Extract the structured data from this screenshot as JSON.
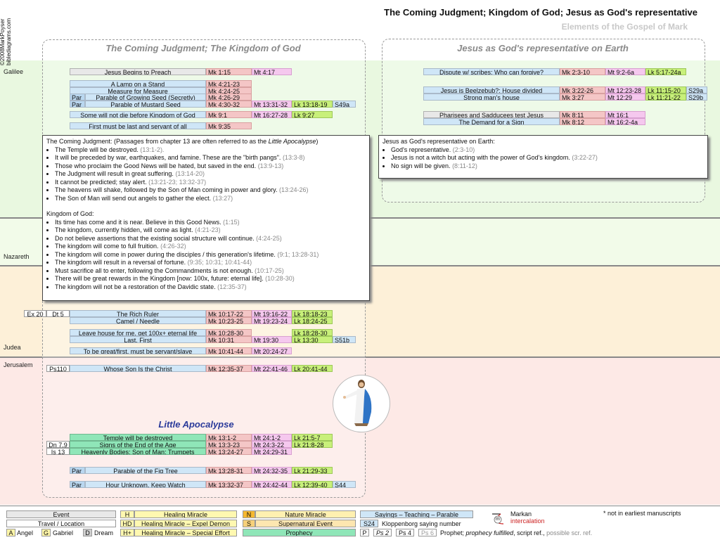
{
  "header": {
    "title": "The Coming Judgment; Kingdom of God; Jesus as God's representative",
    "subtitle": "Elements of the Gospel of Mark",
    "copyright": "©2008MarkPoyser",
    "website": "biblediagrams.com"
  },
  "regions": [
    "Galilee",
    "Nazareth",
    "Judea",
    "Jerusalem"
  ],
  "panels": {
    "left_title": "The Coming Judgment; The Kingdom of God",
    "right_title": "Jesus as God's representative on Earth",
    "little_apocalypse": "Little Apocalypse"
  },
  "rows": {
    "r1": {
      "label": "Jesus Begins to Preach",
      "mk": "Mk 1:15",
      "mt": "Mt 4:17"
    },
    "r2": {
      "label": "A Lamp on a Stand",
      "mk": "Mk 4:21-23"
    },
    "r3": {
      "label": "Measure for Measure",
      "mk": "Mk 4:24-25"
    },
    "r4": {
      "par": "Par",
      "label": "Parable of Growing Seed (Secretly)",
      "mk": "Mk 4:26-29"
    },
    "r5": {
      "par": "Par",
      "label": "Parable of Mustard Seed",
      "mk": "Mk 4:30-32",
      "mt": "Mt 13:31-32",
      "lk": "Lk 13:18-19",
      "q": "S49a"
    },
    "r6": {
      "label": "Some will not die before Kingdom of God",
      "mk": "Mk 9:1",
      "mt": "Mt 16:27-28",
      "lk": "Lk 9:27"
    },
    "r7": {
      "label": "First must be last and servant of all",
      "mk": "Mk 9:35"
    },
    "r8": {
      "ref1": "Ex 20",
      "ref2": "Dt 5",
      "label": "The Rich Ruler",
      "mk": "Mk 10:17-22",
      "mt": "Mt 19:16-22",
      "lk": "Lk 18:18-23"
    },
    "r9": {
      "label": "Camel / Needle",
      "mk": "Mk 10:23-25",
      "mt": "Mt 19:23-24",
      "lk": "Lk 18:24-25"
    },
    "r10": {
      "label": "Leave house for me, get 100x+ eternal life",
      "mk": "Mk 10:28-30",
      "lk": "Lk 18:28-30"
    },
    "r11": {
      "label": "Last, First",
      "mk": "Mk 10:31",
      "mt": "Mt 19:30",
      "lk": "Lk 13:30",
      "q": "S51b"
    },
    "r12": {
      "label": "To be great/first, must be servant/slave",
      "mk": "Mk 10:41-44",
      "mt": "Mt 20:24-27"
    },
    "r13": {
      "ref1": "Ps110",
      "label": "Whose Son Is the Christ",
      "mk": "Mk 12:35-37",
      "mt": "Mt 22:41-46",
      "lk": "Lk 20:41-44"
    },
    "r14": {
      "label": "Temple will be destroyed",
      "mk": "Mk 13:1-2",
      "mt": "Mt 24:1-2",
      "lk": "Lk 21:5-7"
    },
    "r15": {
      "ref1": "Dn 7,9",
      "label": "Signs of the End of the Age",
      "mk": "Mk 13:3-23",
      "mt": "Mt 24:3-22",
      "lk": "Lk 21:8-28"
    },
    "r16": {
      "ref1": "Is 13",
      "label": "Heavenly Bodies; Son of Man; Trumpets",
      "mk": "Mk 13:24-27",
      "mt": "Mt 24:29-31"
    },
    "r17": {
      "par": "Par",
      "label": "Parable of the Fig Tree",
      "mk": "Mk 13:28-31",
      "mt": "Mt 24:32-35",
      "lk": "Lk 21:29-33"
    },
    "r18": {
      "par": "Par",
      "label": "Hour Unknown, Keep Watch",
      "mk": "Mk 13:32-37",
      "mt": "Mt 24:42-44",
      "lk": "Lk 12:39-40",
      "q": "S44"
    },
    "s1": {
      "label": "Dispute w/ scribes: Who can forgive?",
      "mk": "Mk 2:3-10",
      "mt": "Mt 9:2-6a",
      "lk": "Lk 5:17-24a"
    },
    "s2": {
      "label": "Jesus is Beelzebub?: House divided",
      "mk": "Mk 3:22-26",
      "mt": "Mt 12:23-28",
      "lk": "Lk 11:15-20",
      "q": "S29a"
    },
    "s3": {
      "label": "Strong man's house",
      "mk": "Mk 3:27",
      "mt": "Mt 12:29",
      "lk": "Lk 11:21-22",
      "q": "S29b"
    },
    "s4": {
      "label": "Pharisees and Sadducees test Jesus",
      "mk": "Mk 8:11",
      "mt": "Mt 16:1"
    },
    "s5": {
      "label": "The Demand for a Sign",
      "mk": "Mk 8:12",
      "mt": "Mt 16:2-4a"
    }
  },
  "popup_left": {
    "intro_a": "The Coming Judgment: (Passages from chapter 13 are often referred to as the ",
    "intro_em": "Little Apocalypse",
    "intro_b": ")",
    "judgment": [
      {
        "t": "The Temple will be destroyed.",
        "r": "(13:1-2)."
      },
      {
        "t": "It will be preceded by war, earthquakes, and famine.  These are the \"birth pangs\".",
        "r": "(13:3-8)"
      },
      {
        "t": "Those who proclaim the Good News will be hated, but saved in the end.",
        "r": "(13:9-13)"
      },
      {
        "t": "The Judgment will result in great suffering.",
        "r": "(13:14-20)"
      },
      {
        "t": "It cannot be predicted; stay alert.",
        "r": "(13:21-23; 13:32-37)"
      },
      {
        "t": "The heavens will shake, followed by the Son of Man coming in power and glory.",
        "r": "(13:24-26)"
      },
      {
        "t": "The Son of Man will send out angels to gather the elect.",
        "r": "(13:27)"
      }
    ],
    "kingdom_title": "Kingdom of God:",
    "kingdom": [
      {
        "t": "Its time has come and it is near.  Believe in this Good News.",
        "r": "(1:15)"
      },
      {
        "t": "The kingdom, currently hidden, will come as light.",
        "r": "(4:21-23)"
      },
      {
        "t": "Do not believe assertions that the existing social structure will continue.",
        "r": "(4:24-25)"
      },
      {
        "t": "The kingdom will come to full fruition.",
        "r": "(4:26-32)"
      },
      {
        "t": "The kingdom will come in power during the disciples / this generation's lifetime.",
        "r": "(9:1; 13:28-31)"
      },
      {
        "t": "The kingdom will result in a reversal of fortune.",
        "r": "(9:35; 10:31; 10:41-44)"
      },
      {
        "t": "Must sacrifice all to enter, following the Commandments is not enough.",
        "r": "(10:17-25)"
      },
      {
        "t": "There will be great rewards in the Kingdom [now: 100x, future: eternal life].",
        "r": "(10:28-30)"
      },
      {
        "t": "The kingdom will not be a restoration of the Davidic state.",
        "r": "(12:35-37)"
      }
    ]
  },
  "popup_right": {
    "title": "Jesus as God's representative on Earth:",
    "items": [
      {
        "t": "God's representative.",
        "r": "(2:3-10)"
      },
      {
        "t": "Jesus is not a witch but acting with the power of God's kingdom.",
        "r": "(3:22-27)"
      },
      {
        "t": "No sign will be given.",
        "r": "(8:11-12)"
      }
    ]
  },
  "legend": {
    "event": "Event",
    "travel": "Travel / Location",
    "a": "A",
    "angel": "Angel",
    "g": "G",
    "gabriel": "Gabriel",
    "d": "D",
    "dream": "Dream",
    "h": "H",
    "healing": "Healing Miracle",
    "hd": "HD",
    "healing_demon": "Healing Miracle – Expel Demon",
    "hplus": "H+",
    "healing_special": "Healing Miracle – Special Effort",
    "n": "N",
    "nature": "Nature Miracle",
    "s": "S",
    "supernatural": "Supernatural Event",
    "prophecy": "Prophecy",
    "sayings": "Sayings – Teaching – Parable",
    "s24": "S24",
    "kloppenborg": "Kloppenborg saying number",
    "p": "P",
    "ps2": "Ps 2",
    "ps4": "Ps 4",
    "ps6": "Ps 6",
    "prophet_a": "Prophet;",
    "prophet_b": "prophecy fulfilled",
    "prophet_c": ", script ref.,",
    "prophet_d": "possible scr. ref.",
    "markan": "Markan",
    "intercalation": "intercalation",
    "m": "m",
    "note": "* not in earliest manuscripts"
  },
  "colors": {
    "galilee": "#e9f8e0",
    "nazareth": "#f2fbe9",
    "judea": "#fdf0d8",
    "jerusalem": "#fde9e6",
    "mk": "#f4c6c6",
    "mt": "#f5c8ee",
    "lk": "#c8f07a",
    "saying": "#cfe6f7",
    "prophecy": "#8fe6b8"
  }
}
